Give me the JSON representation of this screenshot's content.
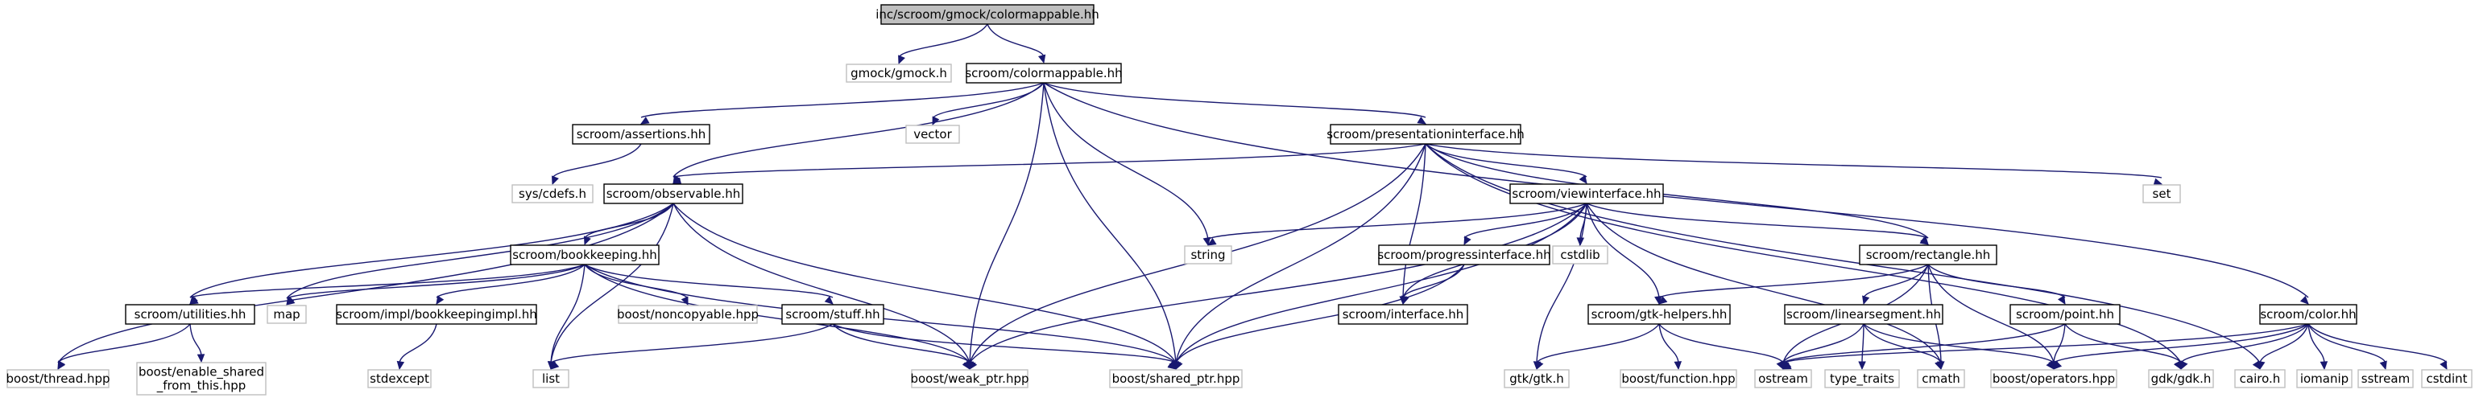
{
  "diagram": {
    "nodes": [
      {
        "id": "root",
        "label": "inc/scroom/gmock/colormappable.hh",
        "kind": "root"
      },
      {
        "id": "gmock",
        "label": "gmock/gmock.h",
        "kind": "external"
      },
      {
        "id": "colormappable",
        "label": "scroom/colormappable.hh",
        "kind": "documented"
      },
      {
        "id": "assertions",
        "label": "scroom/assertions.hh",
        "kind": "documented"
      },
      {
        "id": "vector",
        "label": "vector",
        "kind": "external"
      },
      {
        "id": "presentationinterface",
        "label": "scroom/presentationinterface.hh",
        "kind": "documented"
      },
      {
        "id": "syscdefs",
        "label": "sys/cdefs.h",
        "kind": "external"
      },
      {
        "id": "observable",
        "label": "scroom/observable.hh",
        "kind": "documented"
      },
      {
        "id": "viewinterface",
        "label": "scroom/viewinterface.hh",
        "kind": "documented"
      },
      {
        "id": "set",
        "label": "set",
        "kind": "external"
      },
      {
        "id": "string",
        "label": "string",
        "kind": "external"
      },
      {
        "id": "cstdlib",
        "label": "cstdlib",
        "kind": "external"
      },
      {
        "id": "bookkeeping",
        "label": "scroom/bookkeeping.hh",
        "kind": "documented"
      },
      {
        "id": "progressinterface",
        "label": "scroom/progressinterface.hh",
        "kind": "documented"
      },
      {
        "id": "rectangle",
        "label": "scroom/rectangle.hh",
        "kind": "documented"
      },
      {
        "id": "utilities",
        "label": "scroom/utilities.hh",
        "kind": "documented"
      },
      {
        "id": "map",
        "label": "map",
        "kind": "external"
      },
      {
        "id": "bookkeepingimpl",
        "label": "scroom/impl/bookkeepingimpl.hh",
        "kind": "documented"
      },
      {
        "id": "noncopyable",
        "label": "boost/noncopyable.hpp",
        "kind": "external"
      },
      {
        "id": "stuff",
        "label": "scroom/stuff.hh",
        "kind": "documented"
      },
      {
        "id": "interface",
        "label": "scroom/interface.hh",
        "kind": "documented"
      },
      {
        "id": "gtkhelpers",
        "label": "scroom/gtk-helpers.hh",
        "kind": "documented"
      },
      {
        "id": "linearsegment",
        "label": "scroom/linearsegment.hh",
        "kind": "documented"
      },
      {
        "id": "point",
        "label": "scroom/point.hh",
        "kind": "documented"
      },
      {
        "id": "color",
        "label": "scroom/color.hh",
        "kind": "documented"
      },
      {
        "id": "boostthread",
        "label": "boost/thread.hpp",
        "kind": "external"
      },
      {
        "id": "enableshared",
        "label": "boost/enable_shared\n_from_this.hpp",
        "kind": "external"
      },
      {
        "id": "list",
        "label": "list",
        "kind": "external"
      },
      {
        "id": "stdexcept",
        "label": "stdexcept",
        "kind": "external"
      },
      {
        "id": "weakptr",
        "label": "boost/weak_ptr.hpp",
        "kind": "external"
      },
      {
        "id": "sharedptr",
        "label": "boost/shared_ptr.hpp",
        "kind": "external"
      },
      {
        "id": "gtkgtk",
        "label": "gtk/gtk.h",
        "kind": "external"
      },
      {
        "id": "boostfunction",
        "label": "boost/function.hpp",
        "kind": "external"
      },
      {
        "id": "ostream",
        "label": "ostream",
        "kind": "external"
      },
      {
        "id": "typetraits",
        "label": "type_traits",
        "kind": "external"
      },
      {
        "id": "cmath",
        "label": "cmath",
        "kind": "external"
      },
      {
        "id": "boostoperators",
        "label": "boost/operators.hpp",
        "kind": "external"
      },
      {
        "id": "gdkgdk",
        "label": "gdk/gdk.h",
        "kind": "external"
      },
      {
        "id": "cairo",
        "label": "cairo.h",
        "kind": "external"
      },
      {
        "id": "iomanip",
        "label": "iomanip",
        "kind": "external"
      },
      {
        "id": "sstream",
        "label": "sstream",
        "kind": "external"
      },
      {
        "id": "cstdint",
        "label": "cstdint",
        "kind": "external"
      }
    ],
    "edges": [
      [
        "root",
        "gmock"
      ],
      [
        "root",
        "colormappable"
      ],
      [
        "colormappable",
        "assertions"
      ],
      [
        "colormappable",
        "vector"
      ],
      [
        "colormappable",
        "presentationinterface"
      ],
      [
        "colormappable",
        "observable"
      ],
      [
        "colormappable",
        "string"
      ],
      [
        "colormappable",
        "weakptr"
      ],
      [
        "colormappable",
        "sharedptr"
      ],
      [
        "colormappable",
        "color"
      ],
      [
        "assertions",
        "syscdefs"
      ],
      [
        "presentationinterface",
        "observable"
      ],
      [
        "presentationinterface",
        "viewinterface"
      ],
      [
        "presentationinterface",
        "set"
      ],
      [
        "presentationinterface",
        "rectangle"
      ],
      [
        "presentationinterface",
        "interface"
      ],
      [
        "presentationinterface",
        "weakptr"
      ],
      [
        "presentationinterface",
        "sharedptr"
      ],
      [
        "presentationinterface",
        "gdkgdk"
      ],
      [
        "presentationinterface",
        "cairo"
      ],
      [
        "observable",
        "bookkeeping"
      ],
      [
        "observable",
        "utilities"
      ],
      [
        "observable",
        "map"
      ],
      [
        "observable",
        "boostthread"
      ],
      [
        "observable",
        "list"
      ],
      [
        "observable",
        "weakptr"
      ],
      [
        "observable",
        "sharedptr"
      ],
      [
        "viewinterface",
        "string"
      ],
      [
        "viewinterface",
        "cstdlib"
      ],
      [
        "viewinterface",
        "progressinterface"
      ],
      [
        "viewinterface",
        "rectangle"
      ],
      [
        "viewinterface",
        "interface"
      ],
      [
        "viewinterface",
        "gtkhelpers"
      ],
      [
        "viewinterface",
        "gtkgtk"
      ],
      [
        "viewinterface",
        "weakptr"
      ],
      [
        "viewinterface",
        "sharedptr"
      ],
      [
        "viewinterface",
        "cmath"
      ],
      [
        "bookkeeping",
        "utilities"
      ],
      [
        "bookkeeping",
        "map"
      ],
      [
        "bookkeeping",
        "bookkeepingimpl"
      ],
      [
        "bookkeeping",
        "noncopyable"
      ],
      [
        "bookkeeping",
        "stuff"
      ],
      [
        "bookkeeping",
        "list"
      ],
      [
        "bookkeeping",
        "weakptr"
      ],
      [
        "bookkeeping",
        "sharedptr"
      ],
      [
        "progressinterface",
        "interface"
      ],
      [
        "progressinterface",
        "sharedptr"
      ],
      [
        "rectangle",
        "gtkhelpers"
      ],
      [
        "rectangle",
        "linearsegment"
      ],
      [
        "rectangle",
        "point"
      ],
      [
        "rectangle",
        "ostream"
      ],
      [
        "rectangle",
        "cmath"
      ],
      [
        "rectangle",
        "boostoperators"
      ],
      [
        "utilities",
        "boostthread"
      ],
      [
        "utilities",
        "enableshared"
      ],
      [
        "bookkeepingimpl",
        "stdexcept"
      ],
      [
        "stuff",
        "list"
      ],
      [
        "stuff",
        "weakptr"
      ],
      [
        "stuff",
        "sharedptr"
      ],
      [
        "gtkhelpers",
        "gtkgtk"
      ],
      [
        "gtkhelpers",
        "boostfunction"
      ],
      [
        "gtkhelpers",
        "ostream"
      ],
      [
        "linearsegment",
        "ostream"
      ],
      [
        "linearsegment",
        "typetraits"
      ],
      [
        "linearsegment",
        "cmath"
      ],
      [
        "linearsegment",
        "boostoperators"
      ],
      [
        "point",
        "ostream"
      ],
      [
        "point",
        "boostoperators"
      ],
      [
        "point",
        "gdkgdk"
      ],
      [
        "color",
        "ostream"
      ],
      [
        "color",
        "boostoperators"
      ],
      [
        "color",
        "gdkgdk"
      ],
      [
        "color",
        "cairo"
      ],
      [
        "color",
        "iomanip"
      ],
      [
        "color",
        "sstream"
      ],
      [
        "color",
        "cstdint"
      ]
    ]
  },
  "colors": {
    "edge": "#191970",
    "root_fill": "#bfbfbf",
    "root_stroke": "#000000",
    "documented_fill": "#ffffff",
    "documented_stroke": "#000000",
    "external_fill": "#ffffff",
    "external_stroke": "#bfbfbf",
    "text": "#000000"
  }
}
